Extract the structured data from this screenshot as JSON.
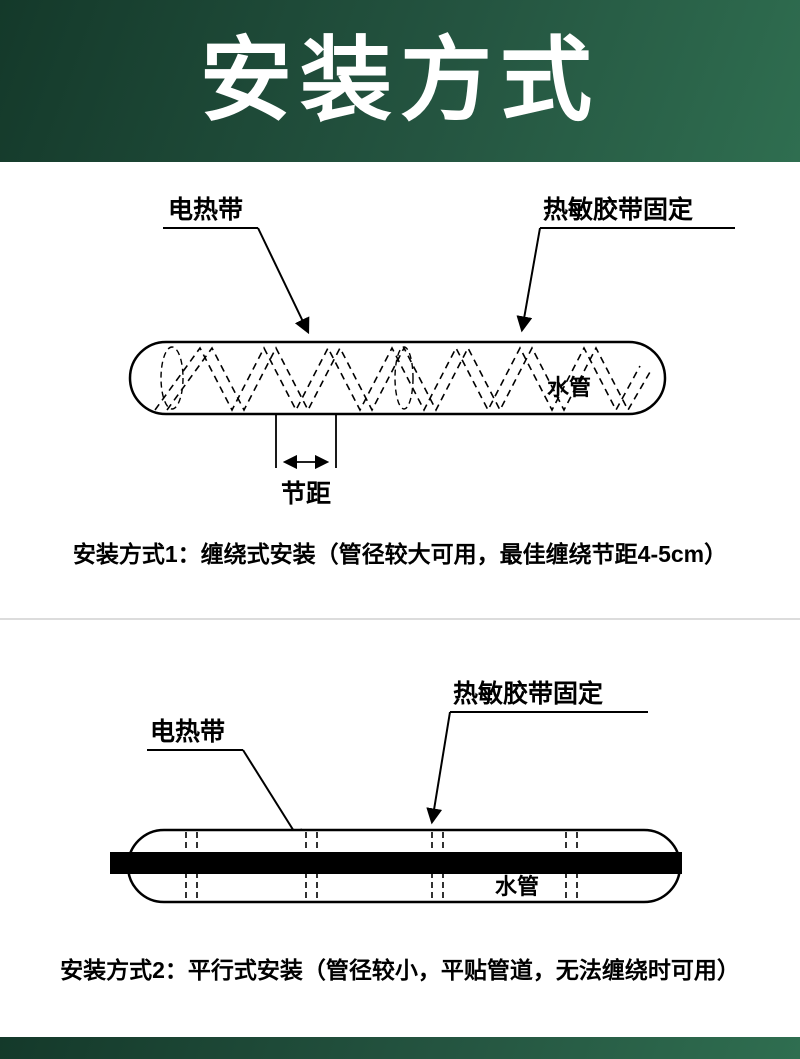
{
  "header": {
    "title": "安装方式"
  },
  "diagram1": {
    "cable_label": "电热带",
    "tape_label": "热敏胶带固定",
    "pipe_label": "水管",
    "pitch_label": "节距",
    "caption": "安装方式1：缠绕式安装（管径较大可用，最佳缠绕节距4-5cm）"
  },
  "diagram2": {
    "cable_label": "电热带",
    "tape_label": "热敏胶带固定",
    "pipe_label": "水管",
    "caption": "安装方式2：平行式安装（管径较小，平贴管道，无法缠绕时可用）"
  },
  "colors": {
    "banner_green_dark": "#14392a",
    "banner_green_light": "#2f6e50",
    "line_color": "#000000",
    "divider_gray": "#dcdcdc"
  }
}
